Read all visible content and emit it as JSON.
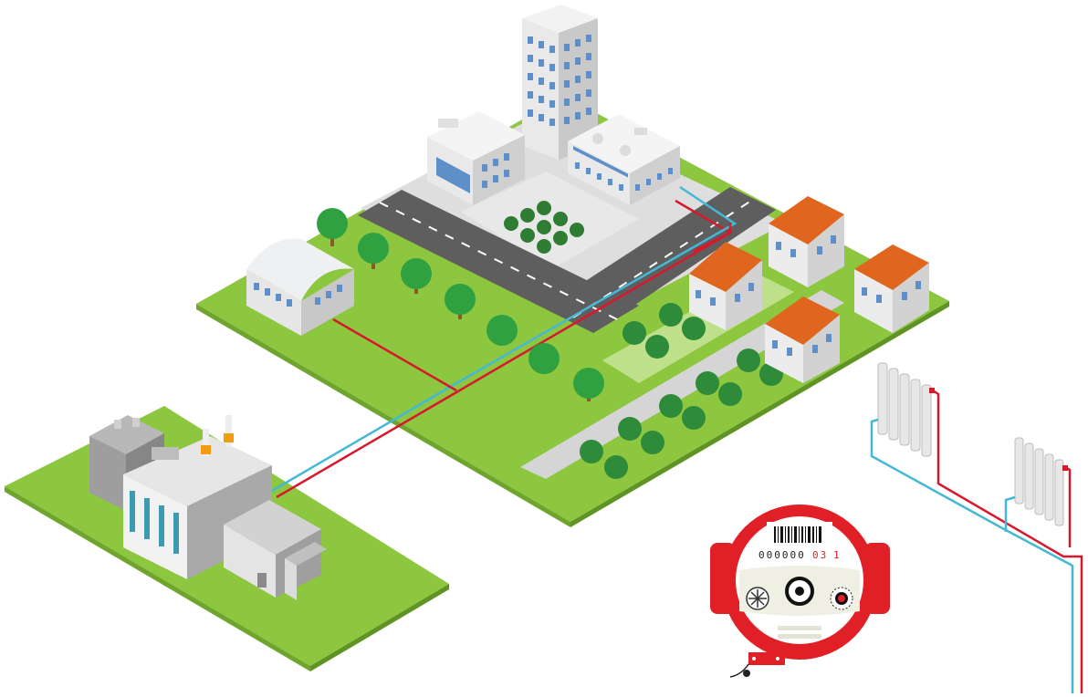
{
  "meter": {
    "digits_black": "000000",
    "digits_red": "03",
    "digit_last": "1"
  },
  "colors": {
    "grass": "#8dc63f",
    "grass_dark": "#6fa52c",
    "road": "#5e5e5e",
    "pavement": "#dadada",
    "hot_pipe": "#d7192d",
    "cold_pipe": "#45b8d6",
    "roof_orange": "#e0651f",
    "meter_red": "#e01f26"
  }
}
